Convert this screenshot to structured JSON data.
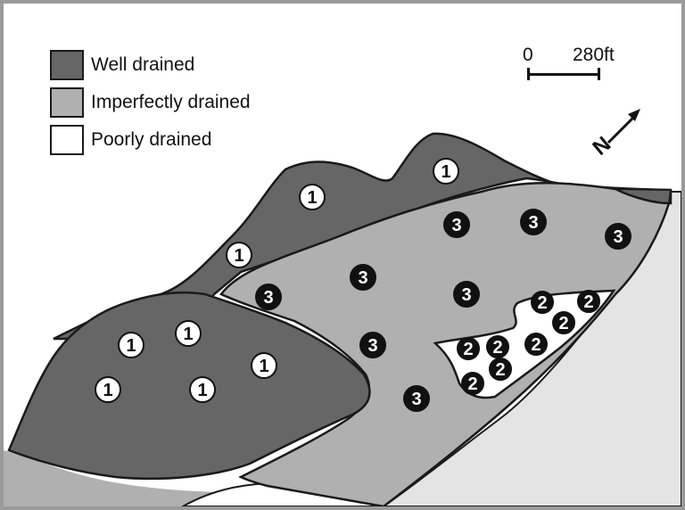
{
  "legend": {
    "well": {
      "label": "Well drained",
      "color": "#666666"
    },
    "imperfect": {
      "label": "Imperfectly drained",
      "color": "#b0b0b0"
    },
    "poor": {
      "label": "Poorly drained",
      "color": "#ffffff"
    }
  },
  "scale_bar": {
    "start_label": "0",
    "end_label": "280ft"
  },
  "north_arrow": {
    "label": "N",
    "icon": "north-arrow-icon"
  },
  "colors": {
    "outside_area": "#e4e4e4",
    "outline": "#1a1a1a",
    "frame": "#9a9a9a"
  },
  "site_labels": {
    "well": "1",
    "poor": "2",
    "imperfect": "3"
  }
}
